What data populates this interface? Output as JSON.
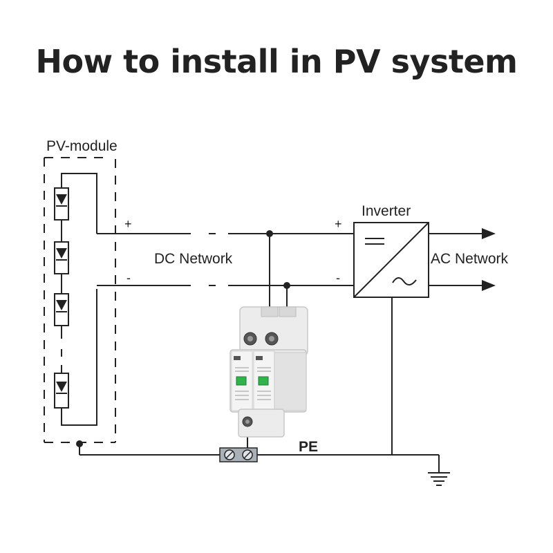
{
  "title": "How to install in PV system",
  "labels": {
    "pv_module": "PV-module",
    "plus_left": "+",
    "minus_left": "-",
    "plus_inverter": "+",
    "minus_inverter": "-",
    "dc_network": "DC Network",
    "inverter": "Inverter",
    "ac_network": "AC Network",
    "pe": "PE"
  },
  "colors": {
    "wire": "#222222",
    "device_body": "#e6e6e6",
    "device_window": "#2fb34a",
    "terminal_block": "#aab0b8"
  },
  "icons": [
    "diode-icon",
    "inverter-icon",
    "ground-icon",
    "surge-protector-device"
  ]
}
